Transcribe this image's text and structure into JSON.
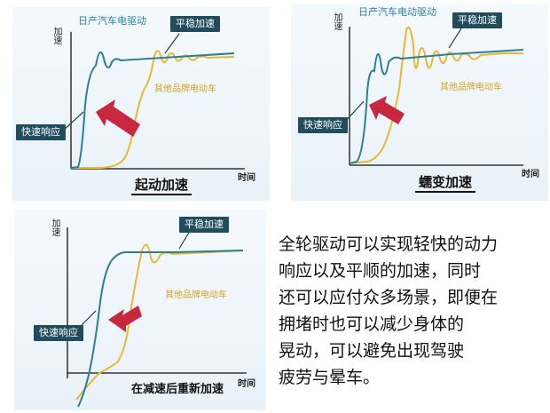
{
  "colors": {
    "nissan_curve": "#2f7f94",
    "other_curve": "#e8b831",
    "callout_bg": "#204c5e",
    "arrow_red": "#c8283e"
  },
  "panels": [
    {
      "id": "start",
      "y_label": "加速",
      "x_label": "时间",
      "nissan_label": "日产汽车电驱动",
      "other_label": "其他品牌电动车",
      "smooth_callout": "平稳加速",
      "response_callout": "快速响应",
      "scenario_title": "起动加速"
    },
    {
      "id": "creep",
      "y_label": "加速",
      "x_label": "时间",
      "nissan_label": "日产汽车电动驱动",
      "other_label": "其他品牌电动车",
      "smooth_callout": "平稳加速",
      "response_callout": "快速响应",
      "scenario_title": "蠕变加速"
    },
    {
      "id": "reaccel",
      "y_label": "加速",
      "x_label": "时间",
      "other_label": "其他品牌电动车",
      "smooth_callout": "平稳加速",
      "response_callout": "快速响应",
      "scenario_title": "在减速后重新加速"
    }
  ],
  "description_lines": [
    "全轮驱动可以实现轻快的动力",
    "响应以及平顺的加速，同时",
    "还可以应付众多场景，即便在",
    "拥堵时也可以减少身体的",
    "晃动，可以避免出现驾驶",
    "疲劳与晕车。"
  ]
}
